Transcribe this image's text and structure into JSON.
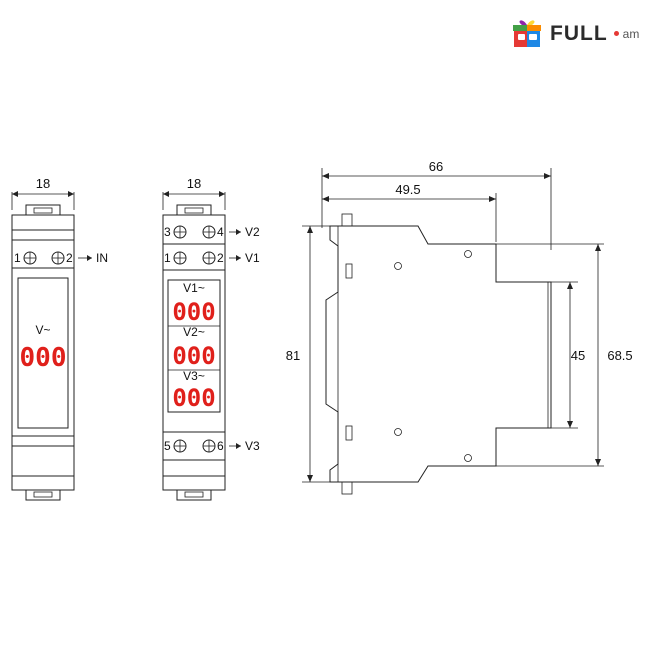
{
  "logo": {
    "brand": "FULL",
    "suffix": "am",
    "icon": "gift-box-icon"
  },
  "left_device": {
    "width_label": "18",
    "terminal_1": "1",
    "terminal_2": "2",
    "terminal_label": "IN",
    "display_caption": "V~",
    "display_value": "000"
  },
  "middle_device": {
    "width_label": "18",
    "terminal_3": "3",
    "terminal_4": "4",
    "label_v2_top": "V2",
    "terminal_1": "1",
    "terminal_2": "2",
    "label_v1_top": "V1",
    "displays": [
      {
        "caption": "V1~",
        "value": "000"
      },
      {
        "caption": "V2~",
        "value": "000"
      },
      {
        "caption": "V3~",
        "value": "000"
      }
    ],
    "terminal_5": "5",
    "terminal_6": "6",
    "label_v3_bottom": "V3"
  },
  "side_view": {
    "depth_total": "66",
    "depth_front": "49.5",
    "height_total": "81",
    "height_front": "45",
    "height_body": "68.5"
  },
  "colors": {
    "display_red": "#e0201b",
    "line": "#222222"
  }
}
